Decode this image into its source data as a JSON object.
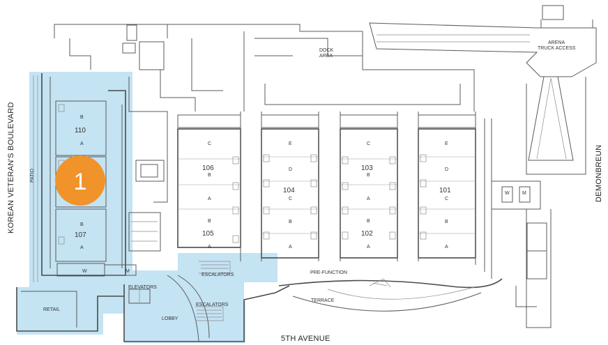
{
  "streets": {
    "west": "KOREAN VETERAN'S BOULEVARD",
    "south": "5TH AVENUE",
    "east": "DEMONBREUN"
  },
  "areas": {
    "dock": [
      "DOCK",
      "AREA"
    ],
    "arena": [
      "ARENA",
      "TRUCK ACCESS"
    ],
    "patio": "PATIO",
    "pre_function": "PRE-FUNCTION",
    "terrace": "TERRACE",
    "retail": "RETAIL",
    "lobby": "LOBBY",
    "elevators": "ELEVATORS",
    "escalators_1": "ESCALATORS",
    "escalators_2": "ESCALATORS"
  },
  "marker": {
    "number": "1",
    "color": "#f0932b"
  },
  "highlight_color": "#c4e3f3",
  "halls": {
    "h110": {
      "name": "110",
      "sections": [
        "B",
        "A"
      ]
    },
    "h107": {
      "name": "107",
      "sections": [
        "B",
        "A"
      ]
    },
    "h106": {
      "name": "106",
      "sections": [
        "C",
        "B",
        "A"
      ]
    },
    "h105": {
      "name": "105",
      "sections": [
        "B",
        "A"
      ]
    },
    "h104": {
      "name": "104",
      "sections": [
        "E",
        "D",
        "C",
        "B",
        "A"
      ]
    },
    "h103": {
      "name": "103",
      "sections": [
        "C",
        "B",
        "A"
      ]
    },
    "h102": {
      "name": "102",
      "sections": [
        "B",
        "A"
      ]
    },
    "h101": {
      "name": "101",
      "sections": [
        "E",
        "D",
        "C",
        "B",
        "A"
      ]
    }
  },
  "restrooms": {
    "w": "W",
    "m": "M"
  }
}
